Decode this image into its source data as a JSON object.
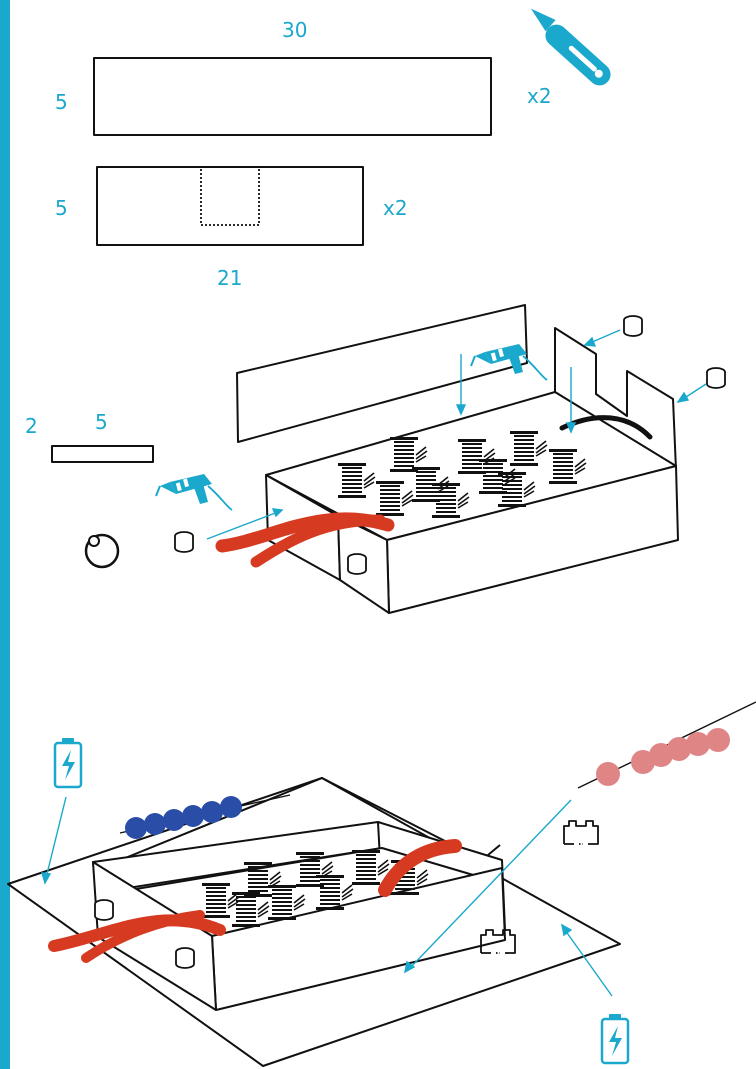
{
  "colors": {
    "accent": "#1aa8cc",
    "stripe": "#1aa8cc",
    "outline": "#111111",
    "strap": "#d63b22",
    "blue_beads": "#2a4ea8",
    "pink_beads": "#e08585"
  },
  "step1": {
    "panel_a_width": "30",
    "panel_a_height": "5",
    "panel_a_count": "x2",
    "panel_b_width": "21",
    "panel_b_height": "5",
    "panel_b_count": "x2"
  },
  "step2": {
    "strip_width": "5",
    "strip_height": "2"
  },
  "icons": [
    "craft-knife-icon",
    "glue-gun-icon",
    "magnet-icon",
    "ring-icon",
    "battery-icon",
    "brick-icon",
    "spool-icon"
  ]
}
